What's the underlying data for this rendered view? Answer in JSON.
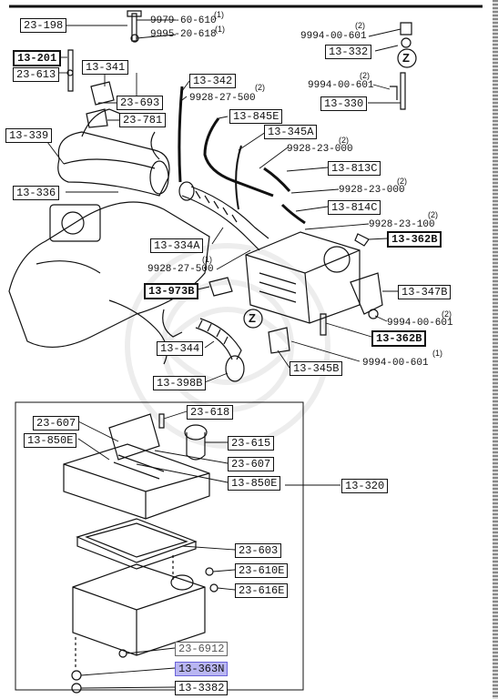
{
  "parts": {
    "p23_198": "23-198",
    "p9979": "9979-60-610",
    "p9995": "9995-20-618",
    "p13_201": "13-201",
    "p23_613": "23-613",
    "p13_341": "13-341",
    "p13_342": "13-342",
    "p23_693": "23-693",
    "p23_781": "23-781",
    "p9928_27_500_a": "9928-27-500",
    "p13_339": "13-339",
    "p13_845E": "13-845E",
    "p13_345A": "13-345A",
    "p9928_23_000_a": "9928-23-000",
    "p13_813C": "13-813C",
    "p9928_23_000_b": "9928-23-000",
    "p13_336": "13-336",
    "p13_814C": "13-814C",
    "p9928_23_100": "9928-23-100",
    "p13_362B_a": "13-362B",
    "p13_334A": "13-334A",
    "p9928_27_500_b": "9928-27-500",
    "p13_973B": "13-973B",
    "p13_347B": "13-347B",
    "p9994_a": "9994-00-601",
    "p13_332": "13-332",
    "p9994_b": "9994-00-601",
    "p13_330": "13-330",
    "p9994_c": "9994-00-601",
    "p13_362B_b": "13-362B",
    "p13_344": "13-344",
    "p13_345B": "13-345B",
    "p9994_d": "9994-00-601",
    "p13_398B": "13-398B",
    "p23_618": "23-618",
    "p23_607_a": "23-607",
    "p13_850E_a": "13-850E",
    "p23_615": "23-615",
    "p23_607_b": "23-607",
    "p13_850E_b": "13-850E",
    "p13_320": "13-320",
    "p23_603": "23-603",
    "p23_610E": "23-610E",
    "p23_616E": "23-616E",
    "p23_6912": "23-6912",
    "p13_363N": "13-363N",
    "p13_3382": "13-3382"
  },
  "qty": {
    "q1": "(1)",
    "q2": "(1)",
    "q3": "(2)",
    "q4": "(2)",
    "q5": "(2)",
    "q6": "(2)",
    "q7": "(1)",
    "q8": "(2)",
    "q9": "(2)",
    "q10": "(2)",
    "q11": "(1)"
  },
  "marks": {
    "z1": "Z",
    "z2": "Z"
  },
  "colors": {
    "highlight": "#b9b6f2",
    "line": "#111111"
  }
}
